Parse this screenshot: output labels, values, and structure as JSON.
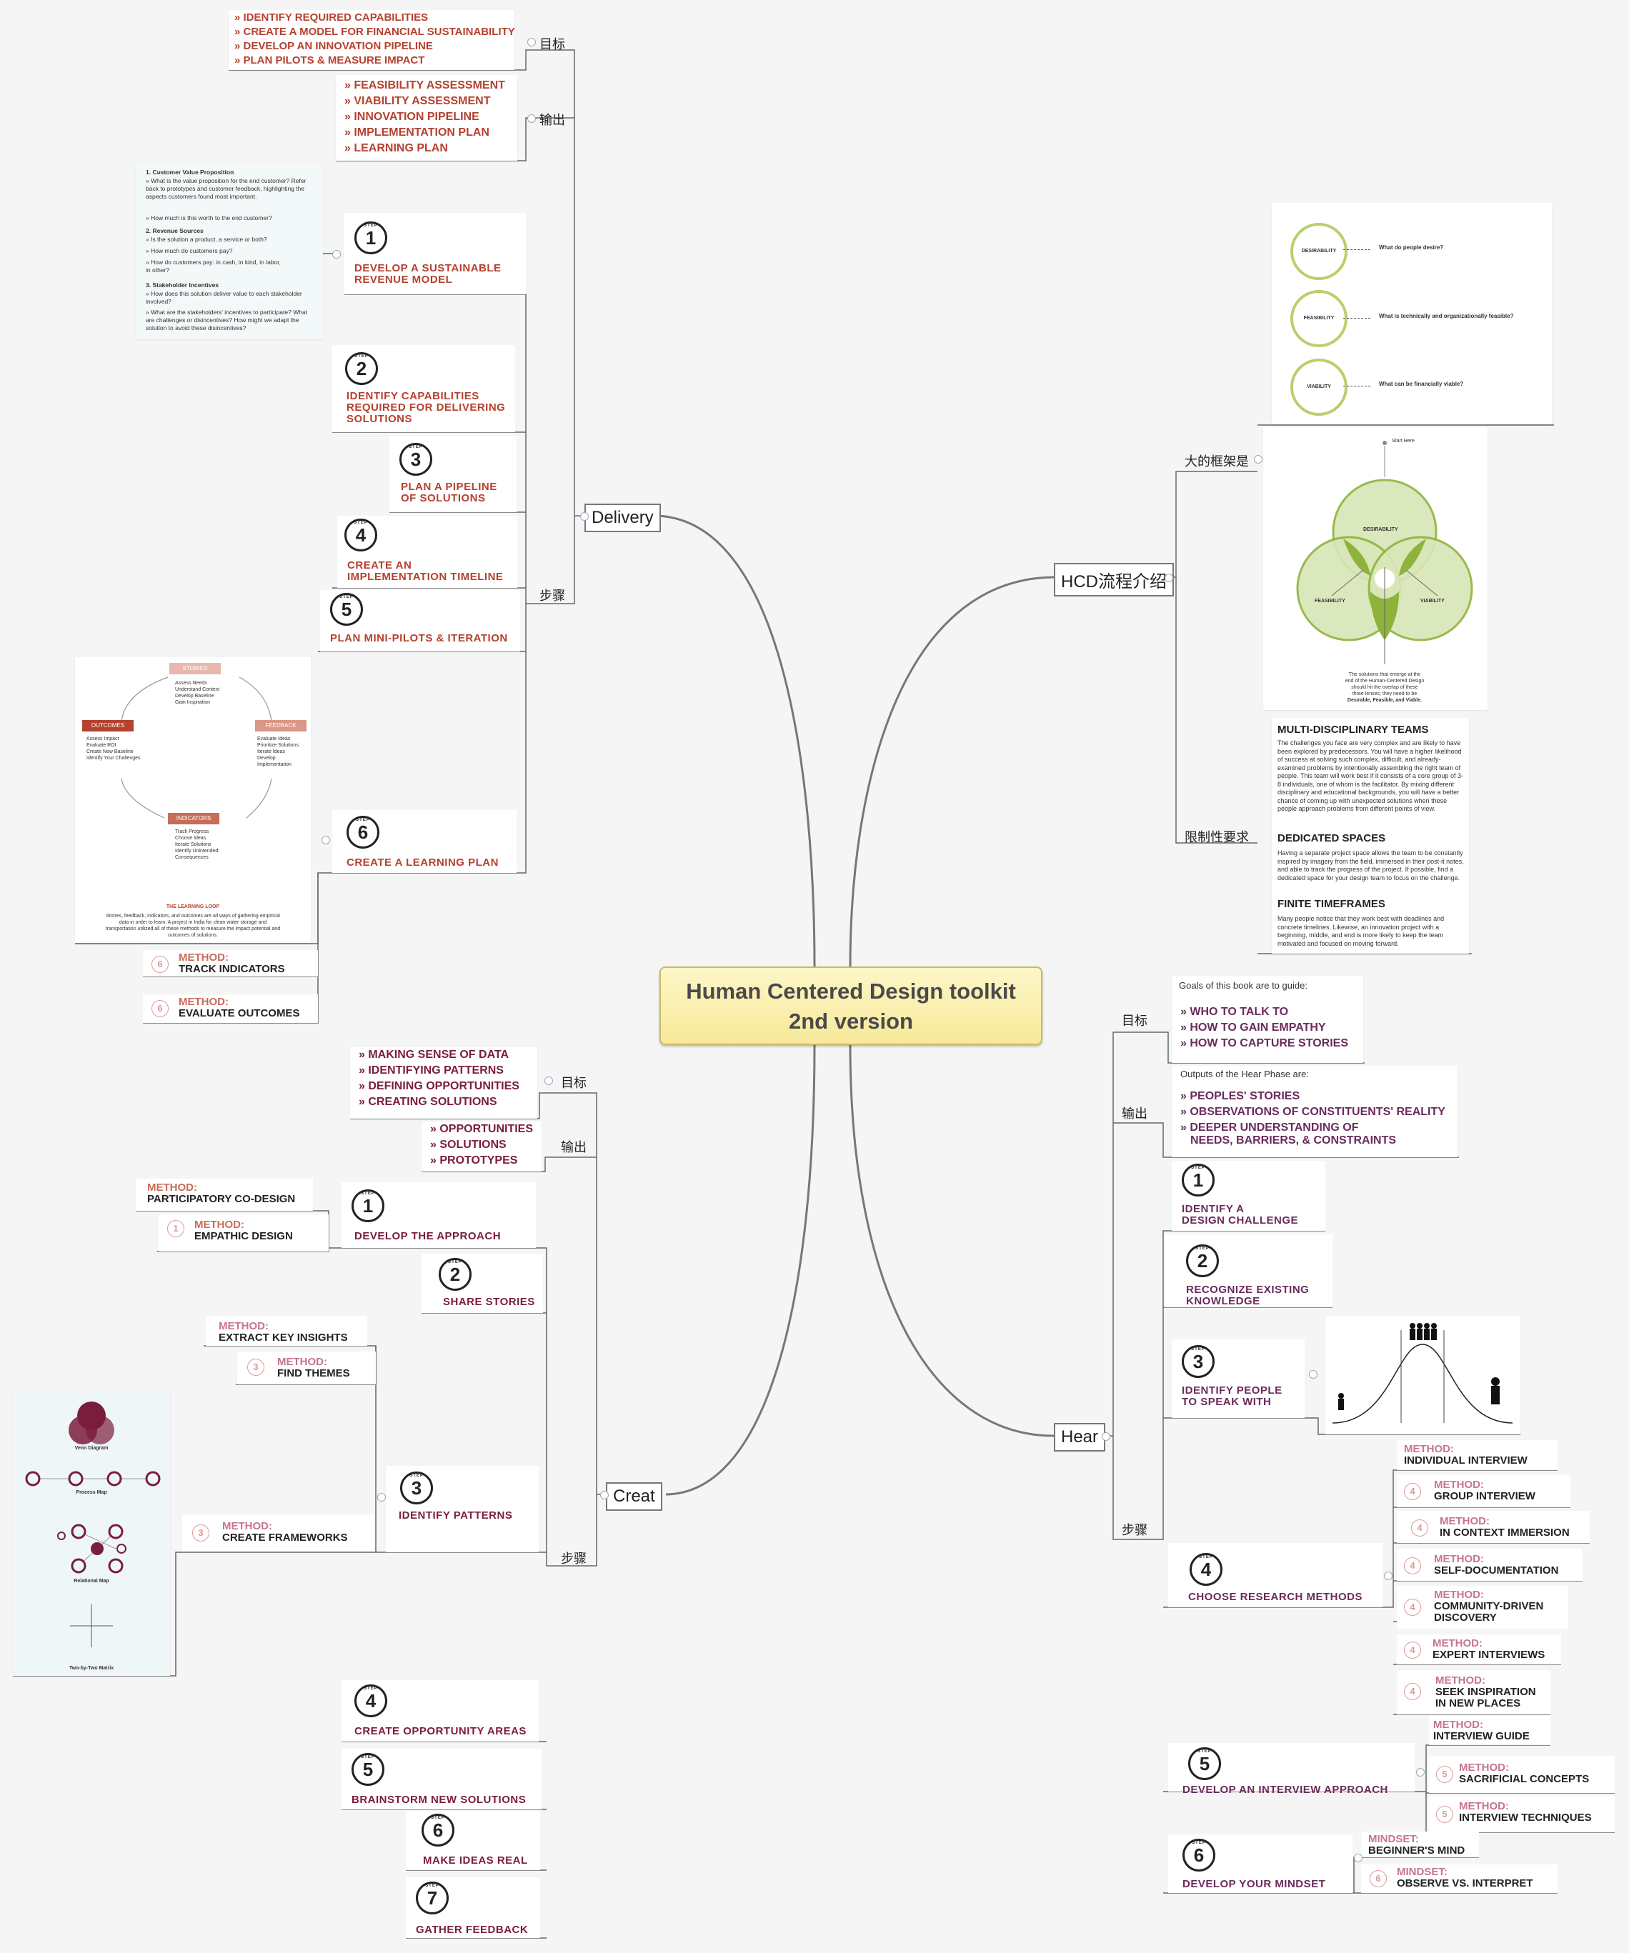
{
  "central": {
    "line1": "Human Centered Design toolkit",
    "line2": "2nd version"
  },
  "delivery": {
    "label": "Delivery",
    "goal_cat": "目标",
    "goals": [
      "» IDENTIFY REQUIRED CAPABILITIES",
      "» CREATE A MODEL FOR FINANCIAL SUSTAINABILITY",
      "» DEVELOP AN INNOVATION PIPELINE",
      "» PLAN PILOTS & MEASURE IMPACT"
    ],
    "output_cat": "输出",
    "outputs": [
      "» FEASIBILITY ASSESSMENT",
      "» VIABILITY ASSESSMENT",
      "» INNOVATION PIPELINE",
      "» IMPLEMENTATION PLAN",
      "» LEARNING PLAN"
    ],
    "steps_cat": "步骤",
    "note": [
      "1. Customer Value Proposition",
      "» What is the value proposition for the end customer? Refer back to prototypes and customer feedback, highlighting the aspects customers found most important.",
      "» How much is this worth to the end customer?",
      "2. Revenue Sources",
      "» Is the solution a product, a service or both?",
      "» How much do customers pay?",
      "» How do customers pay: in cash, in kind, in labor, in other?",
      "3. Stakeholder Incentives",
      "» How does this solution deliver value to each stakeholder involved?",
      "» What are the stakeholders' incentives to participate? What are challenges or disincentives? How might we adapt the solution to avoid these disincentives?"
    ],
    "steps": [
      {
        "n": "1",
        "text": [
          "DEVELOP A SUSTAINABLE",
          "REVENUE MODEL"
        ]
      },
      {
        "n": "2",
        "text": [
          "IDENTIFY CAPABILITIES",
          "REQUIRED FOR DELIVERING",
          "SOLUTIONS"
        ]
      },
      {
        "n": "3",
        "text": [
          "PLAN A PIPELINE",
          "OF SOLUTIONS"
        ]
      },
      {
        "n": "4",
        "text": [
          "CREATE AN",
          "IMPLEMENTATION TIMELINE"
        ]
      },
      {
        "n": "5",
        "text": [
          "PLAN MINI-PILOTS & ITERATION"
        ]
      },
      {
        "n": "6",
        "text": [
          "CREATE A LEARNING PLAN"
        ]
      }
    ],
    "loop": {
      "stories": "STORIES",
      "feedback": "FEEDBACK",
      "indicators": "INDICATORS",
      "outcomes": "OUTCOMES",
      "stories_items": [
        "Assess Needs",
        "Understand Context",
        "Develop Baseline",
        "Gain Inspiration"
      ],
      "feedback_items": [
        "Evaluate Ideas",
        "Prioritize Solutions",
        "Iterate Ideas",
        "Develop Implementation"
      ],
      "indicators_items": [
        "Track Progress",
        "Choose Ideas",
        "Iterate Solutions",
        "Identify Unintended",
        "Consequences"
      ],
      "outcomes_items": [
        "Assess Impact",
        "Evaluate ROI",
        "Create New Baseline",
        "Identify Your Challenges"
      ],
      "title": "THE LEARNING LOOP",
      "caption": "Stories, feedback, indicators, and outcomes are all ways of gathering empirical data in order to learn. A project in India for clean water storage and transportation utilized all of these methods to measure the impact potential and outcomes of solutions."
    },
    "methods": [
      {
        "n": "6",
        "k": "METHOD:",
        "v": "TRACK INDICATORS"
      },
      {
        "n": "6",
        "k": "METHOD:",
        "v": "EVALUATE OUTCOMES"
      }
    ]
  },
  "hcd": {
    "label": "HCD流程介绍",
    "framework_cat": "大的框架是",
    "constraints_cat": "限制性要求",
    "lenses": [
      {
        "name": "DESIRABILITY",
        "q": "What do people desire?"
      },
      {
        "name": "FEASIBILITY",
        "q": "What is technically and organizationally feasible?"
      },
      {
        "name": "VIABILITY",
        "q": "What can be financially viable?"
      }
    ],
    "venn": {
      "start": "Start Here",
      "a": "DESIRABILITY",
      "b": "FEASIBILITY",
      "c": "VIABILITY",
      "caption": [
        "The solutions that emerge at the",
        "end of the Human-Centered Design",
        "should hit the overlap of these",
        "three lenses; they need to be"
      ],
      "caption_bold": "Desirable, Feasible, and Viable."
    },
    "constraints": [
      {
        "h": "MULTI-DISCIPLINARY TEAMS",
        "p": "The challenges you face are very complex and are likely to have been explored by predecessors. You will have a higher likelihood of success at solving such complex, difficult, and already-examined problems by intentionally assembling the right team of people. This team will work best if it consists of a core group of 3-8 individuals, one of whom is the facilitator. By mixing different disciplinary and educational backgrounds, you will have a better chance of coming up with unexpected solutions when these people approach problems from different points of view."
      },
      {
        "h": "DEDICATED SPACES",
        "p": "Having a separate project space allows the team to be constantly inspired by imagery from the field, immersed in their post-it notes, and able to track the progress of the project. If possible, find a dedicated space for your design team to focus on the challenge."
      },
      {
        "h": "FINITE TIMEFRAMES",
        "p": "Many people notice that they work best with deadlines and concrete timelines. Likewise, an innovation project with a beginning, middle, and end is more likely to keep the team motivated and focused on moving forward."
      }
    ]
  },
  "creat": {
    "label": "Creat",
    "goal_cat": "目标",
    "goals": [
      "» MAKING SENSE OF DATA",
      "» IDENTIFYING PATTERNS",
      "» DEFINING OPPORTUNITIES",
      "» CREATING SOLUTIONS"
    ],
    "output_cat": "输出",
    "outputs": [
      "» OPPORTUNITIES",
      "» SOLUTIONS",
      "» PROTOTYPES"
    ],
    "steps_cat": "步骤",
    "steps": [
      {
        "n": "1",
        "text": [
          "DEVELOP THE APPROACH"
        ]
      },
      {
        "n": "2",
        "text": [
          "SHARE STORIES"
        ]
      },
      {
        "n": "3",
        "text": [
          "IDENTIFY PATTERNS"
        ]
      },
      {
        "n": "4",
        "text": [
          "CREATE OPPORTUNITY AREAS"
        ]
      },
      {
        "n": "5",
        "text": [
          "BRAINSTORM NEW SOLUTIONS"
        ]
      },
      {
        "n": "6",
        "text": [
          "MAKE IDEAS REAL"
        ]
      },
      {
        "n": "7",
        "text": [
          "GATHER FEEDBACK"
        ]
      }
    ],
    "methods1": [
      {
        "n": "",
        "k": "METHOD:",
        "v": "PARTICIPATORY CO-DESIGN"
      },
      {
        "n": "1",
        "k": "METHOD:",
        "v": "EMPATHIC DESIGN"
      }
    ],
    "methods3": [
      {
        "n": "",
        "k": "METHOD:",
        "v": "EXTRACT KEY INSIGHTS"
      },
      {
        "n": "3",
        "k": "METHOD:",
        "v": "FIND THEMES"
      },
      {
        "n": "3",
        "k": "METHOD:",
        "v": "CREATE FRAMEWORKS"
      }
    ],
    "frameworks": [
      "Venn Diagram",
      "Process Map",
      "Relational Map",
      "Two-by-Two Matrix"
    ]
  },
  "hear": {
    "label": "Hear",
    "goal_cat": "目标",
    "goal_lead": "Goals of this book are to guide:",
    "goals": [
      "» WHO TO TALK TO",
      "» HOW TO GAIN EMPATHY",
      "» HOW TO CAPTURE STORIES"
    ],
    "output_cat": "输出",
    "output_lead": "Outputs of the Hear Phase are:",
    "outputs": [
      "» PEOPLES' STORIES",
      "» OBSERVATIONS OF CONSTITUENTS' REALITY",
      "» DEEPER UNDERSTANDING OF",
      "NEEDS, BARRIERS, & CONSTRAINTS"
    ],
    "steps_cat": "步骤",
    "steps": [
      {
        "n": "1",
        "text": [
          "IDENTIFY A",
          "DESIGN CHALLENGE"
        ]
      },
      {
        "n": "2",
        "text": [
          "RECOGNIZE EXISTING",
          "KNOWLEDGE"
        ]
      },
      {
        "n": "3",
        "text": [
          "IDENTIFY PEOPLE",
          "TO SPEAK WITH"
        ]
      },
      {
        "n": "4",
        "text": [
          "CHOOSE RESEARCH METHODS"
        ]
      },
      {
        "n": "5",
        "text": [
          "DEVELOP AN INTERVIEW APPROACH"
        ]
      },
      {
        "n": "6",
        "text": [
          "DEVELOP YOUR MINDSET"
        ]
      }
    ],
    "methods4": [
      {
        "n": "",
        "k": "METHOD:",
        "v": "INDIVIDUAL INTERVIEW"
      },
      {
        "n": "4",
        "k": "METHOD:",
        "v": "GROUP INTERVIEW"
      },
      {
        "n": "4",
        "k": "METHOD:",
        "v": "IN CONTEXT IMMERSION"
      },
      {
        "n": "4",
        "k": "METHOD:",
        "v": "SELF-DOCUMENTATION"
      },
      {
        "n": "4",
        "k": "METHOD:",
        "v": "COMMUNITY-DRIVEN",
        "v2": "DISCOVERY"
      },
      {
        "n": "4",
        "k": "METHOD:",
        "v": "EXPERT INTERVIEWS"
      },
      {
        "n": "4",
        "k": "METHOD:",
        "v": "SEEK INSPIRATION",
        "v2": "IN NEW PLACES"
      }
    ],
    "methods5": [
      {
        "n": "",
        "k": "METHOD:",
        "v": "INTERVIEW GUIDE"
      },
      {
        "n": "5",
        "k": "METHOD:",
        "v": "SACRIFICIAL CONCEPTS"
      },
      {
        "n": "5",
        "k": "METHOD:",
        "v": "INTERVIEW TECHNIQUES"
      }
    ],
    "mindsets": [
      {
        "n": "",
        "k": "MINDSET:",
        "v": "BEGINNER'S MIND"
      },
      {
        "n": "6",
        "k": "MINDSET:",
        "v": "OBSERVE VS. INTERPRET"
      }
    ]
  },
  "colors": {
    "delivery_text": "#b5412f",
    "creat_text": "#7a1d3c",
    "hear_text": "#6a2b5c",
    "central_fill": "#f7e99a",
    "lens_green": "#8db33a"
  }
}
